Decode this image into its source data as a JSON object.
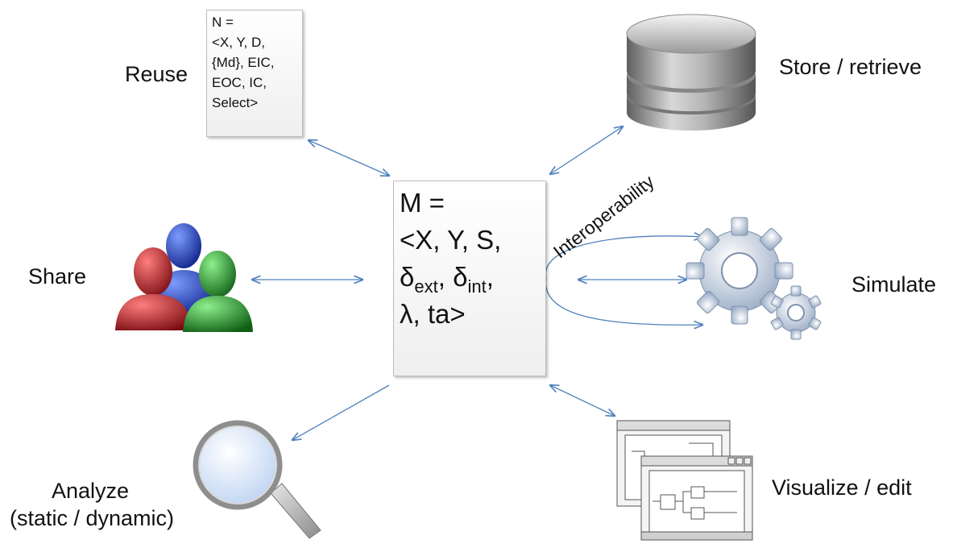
{
  "labels": {
    "reuse": "Reuse",
    "store": "Store / retrieve",
    "share": "Share",
    "simulate": "Simulate",
    "analyze_line1": "Analyze",
    "analyze_line2": "(static / dynamic)",
    "visualize": "Visualize / edit",
    "interoperability": "Interoperability"
  },
  "small_model": {
    "lines": [
      "N =",
      "<X, Y, D,",
      "{Md}, EIC,",
      "EOC, IC,",
      "Select>"
    ]
  },
  "main_model": {
    "line1": "M =",
    "line2": "<X, Y, S,",
    "delta": "δ",
    "ext": "ext",
    "sep": ", ",
    "int": "int",
    "comma": ",",
    "line4": "λ, ta>"
  },
  "icons": {
    "store": "database-icon",
    "share": "users-icon",
    "simulate": "gears-icon",
    "analyze": "magnifier-icon",
    "visualize": "diagram-windows-icon"
  },
  "colors": {
    "arrow": "#4f81bd",
    "database": "#8c8c8c",
    "user_red": "#c0262c",
    "user_blue": "#1f3fb8",
    "user_green": "#2b9a2b",
    "gear": "#9fb2cc"
  }
}
